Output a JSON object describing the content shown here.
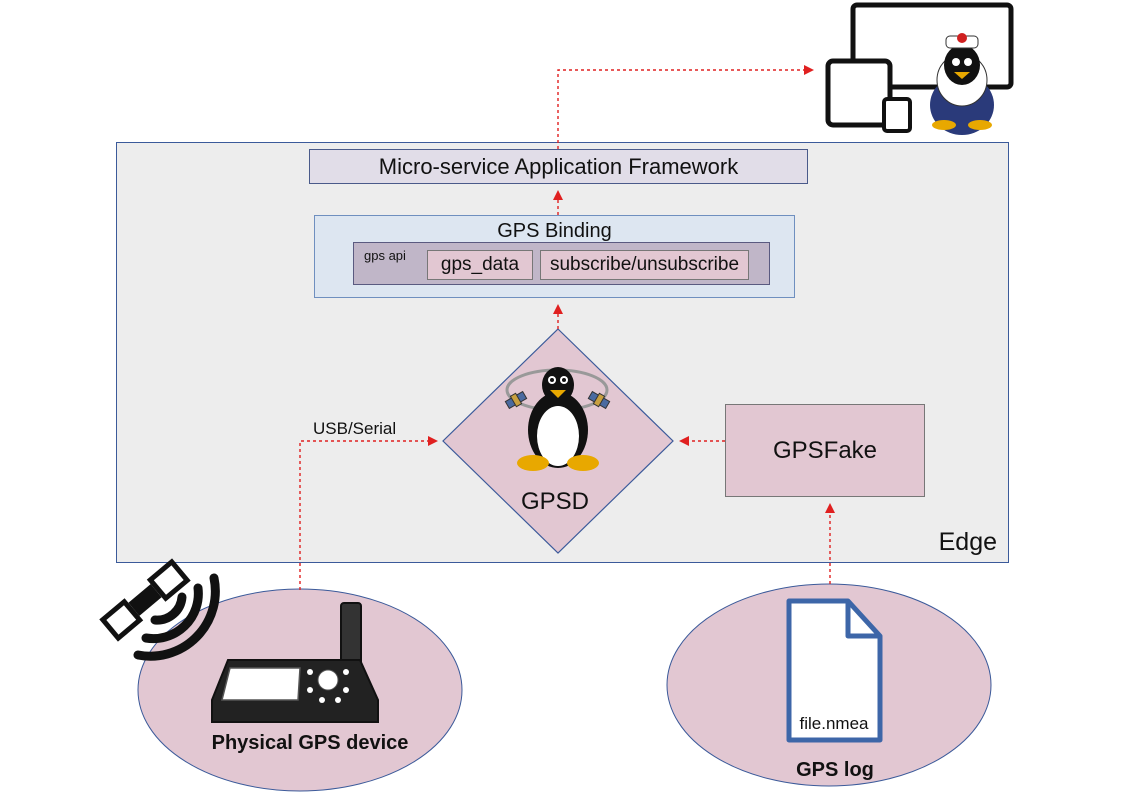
{
  "edge": {
    "label": "Edge"
  },
  "framework": {
    "label": "Micro-service Application Framework"
  },
  "binding": {
    "title": "GPS Binding",
    "api_label": "gps api",
    "verbs": [
      "gps_data",
      "subscribe/unsubscribe"
    ]
  },
  "gpsd": {
    "label": "GPSD"
  },
  "gpsfake": {
    "label": "GPSFake"
  },
  "connection": {
    "usb_label": "USB/Serial"
  },
  "device": {
    "label": "Physical GPS device"
  },
  "log": {
    "label": "GPS log",
    "file": "file.nmea"
  },
  "colors": {
    "node_fill": "#e2c7d2",
    "edge_fill": "#ededed",
    "arrow": "#e02020",
    "file_outline": "#3d66a8"
  }
}
